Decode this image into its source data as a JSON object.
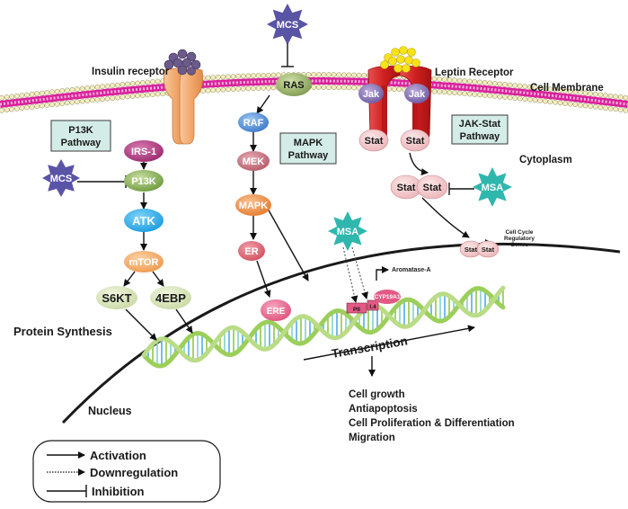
{
  "membrane": {
    "insulin_receptor": "Insulin receptor",
    "leptin_receptor": "Leptin Receptor",
    "cell_membrane": "Cell Membrane",
    "cytoplasm": "Cytoplasm",
    "nucleus": "Nucleus"
  },
  "pathways": {
    "p13k_line1": "P13K",
    "p13k_line2": "Pathway",
    "mapk_line1": "MAPK",
    "mapk_line2": "Pathway",
    "jak_line1": "JAK-Stat",
    "jak_line2": "Pathway"
  },
  "molecules": {
    "ras": "RAS",
    "raf": "RAF",
    "mek": "MEK",
    "mapk": "MAPK",
    "er": "ER",
    "ere": "ERE",
    "irs1": "IRS-1",
    "p13k": "P13K",
    "atk": "ATK",
    "mtor": "mTOR",
    "s6kt": "S6KT",
    "ebp4": "4EBP",
    "jak_left": "Jak",
    "jak_right": "Jak",
    "stat_a": "Stat",
    "stat_b": "Stat",
    "stat_c": "Stat",
    "stat_d": "Stat",
    "stat_e": "Stat",
    "stat_f": "Stat"
  },
  "drugs": {
    "mcs_top": "MCS",
    "mcs_left": "MCS",
    "msa_right": "MSA",
    "msa_center": "MSA"
  },
  "dna_labels": {
    "pii": "PII",
    "i4": "I.4",
    "cyp": "CYP19A1",
    "aromatase": "Aromatase-A",
    "cell_cycle_l1": "Cell Cycle",
    "cell_cycle_l2": "Regulatory",
    "cell_cycle_l3": "Genes"
  },
  "processes": {
    "protein_synthesis": "Protein Synthesis",
    "transcription": "Transcription"
  },
  "outcomes": [
    "Cell growth",
    "Antiapoptosis",
    "Cell Proliferation & Differentiation",
    "Migration"
  ],
  "legend": {
    "activation": "Activation",
    "downregulation": "Downregulation",
    "inhibition": "Inhibition"
  },
  "colors": {
    "membrane_pink": "#d9219b",
    "membrane_head": "#f4eec2",
    "receptor_orange": "#f2b27e",
    "receptor_red": "#d42a2a",
    "mcs_purple": "#5a54a6",
    "msa_teal": "#2fb7ae",
    "pathway_box": "#d4ece8"
  }
}
